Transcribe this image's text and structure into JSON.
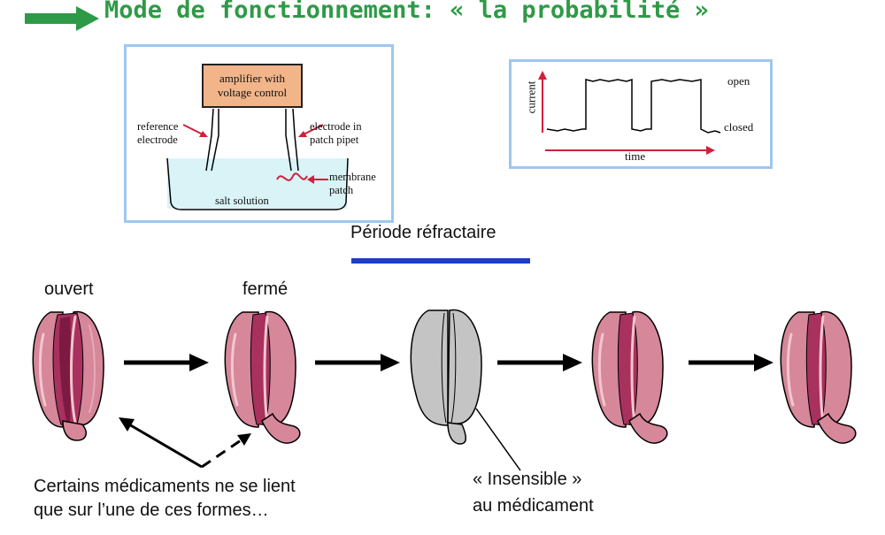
{
  "title": "Mode de fonctionnement: « la probabilité »",
  "patch_clamp": {
    "amplifier": [
      "amplifier with",
      "voltage control"
    ],
    "reference_electrode": [
      "reference",
      "electrode"
    ],
    "patch_electrode": [
      "electrode in",
      "patch pipet"
    ],
    "membrane_patch": [
      "membrane",
      "patch"
    ],
    "salt_solution": "salt solution"
  },
  "recording": {
    "y_label": "current",
    "x_label": "time",
    "open_label": "open",
    "closed_label": "closed"
  },
  "refractory_label": "Période réfractaire",
  "states": {
    "open": "ouvert",
    "closed": "fermé"
  },
  "drug_note": [
    "Certains médicaments ne se lient",
    "que sur l’une de ces formes…"
  ],
  "insensitive_note": [
    "« Insensible »",
    "au médicament"
  ],
  "colors": {
    "title": "#2e9a47",
    "arrow": "#2e9a47",
    "panel_border": "#9ec7ee",
    "refractory_bar": "#1f3fbf",
    "channel": "#d8889a",
    "channel_dark": "#a83a62",
    "channel_inactive": "#c2c2c2"
  }
}
